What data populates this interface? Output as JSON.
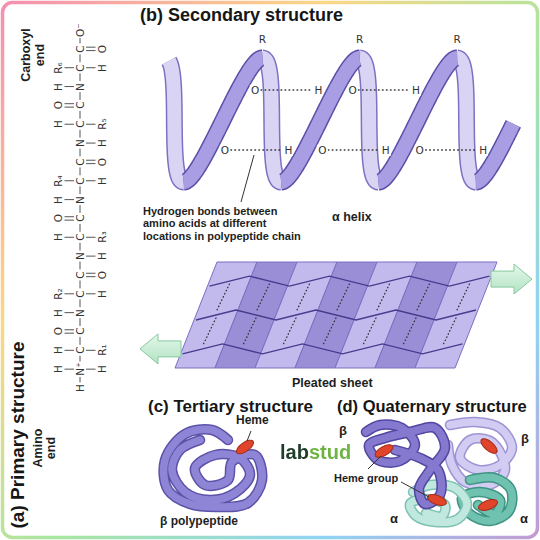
{
  "diagram": {
    "labels": [
      "(a) Primary structure",
      "Carboxyl end",
      "Amino end",
      "H",
      "N⁺",
      "H",
      "H",
      "C",
      "R₁",
      "H",
      "C",
      "O",
      "N",
      "H",
      "C",
      "R₂",
      "H",
      "C",
      "O",
      "N",
      "H",
      "C",
      "R₃",
      "H",
      "C",
      "O",
      "N",
      "H",
      "C",
      "R₄",
      "H",
      "C",
      "O",
      "N",
      "H",
      "C",
      "R₅",
      "H",
      "C",
      "O",
      "N",
      "H",
      "C",
      "R₆",
      "H",
      "C",
      "O",
      "O⁻",
      "(b) Secondary structure",
      "R",
      "R",
      "R",
      "O",
      "H",
      "O",
      "H",
      "O",
      "H",
      "O",
      "H",
      "O",
      "H",
      "Hydrogen bonds between amino acids at different locations in polypeptide chain",
      "α helix",
      "Pleated sheet",
      "(c) Tertiary structure",
      "Heme",
      "β polypeptide",
      "labstud",
      "(d) Quaternary structure",
      "β",
      "β",
      "Heme group",
      "α",
      "α"
    ]
  }
}
